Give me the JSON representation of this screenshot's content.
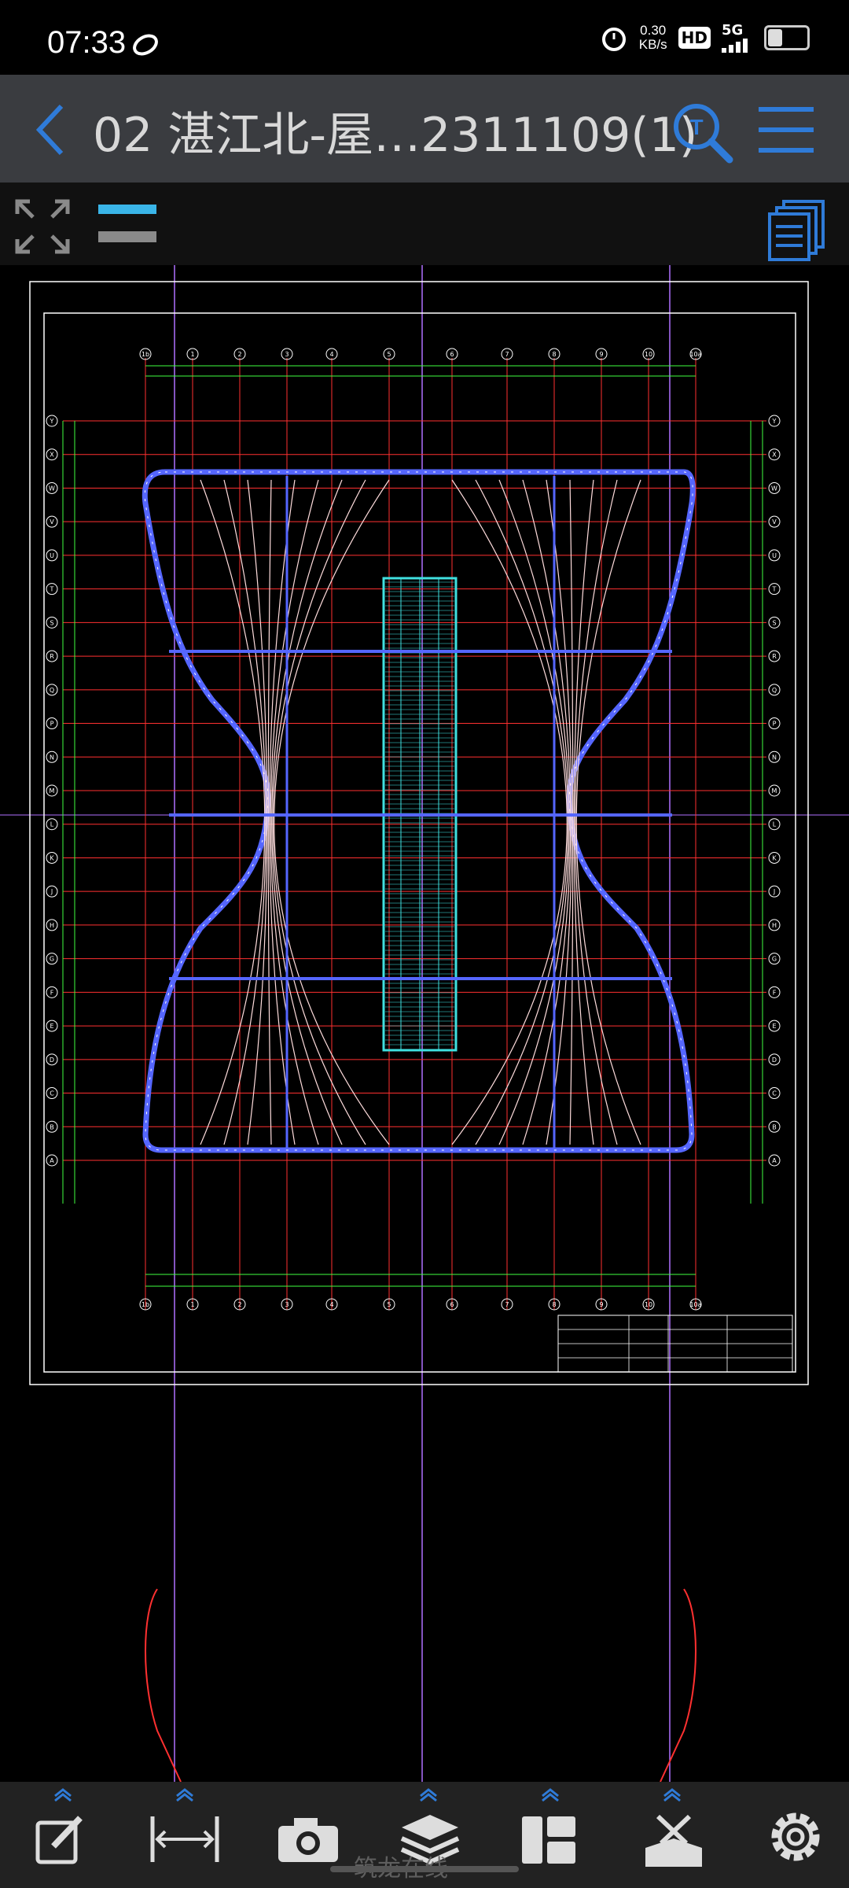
{
  "status": {
    "time": "07:33",
    "net_speed_value": "0.30",
    "net_speed_unit": "KB/s",
    "hd": "HD",
    "signal": "5G"
  },
  "titlebar": {
    "title": "02 湛江北-屋…2311109(1)"
  },
  "toolbar_row": {
    "icons": [
      "fullscreen-icon",
      "layer-bars-icon",
      "pages-icon"
    ]
  },
  "drawing": {
    "grid_numbers": [
      "1b",
      "1",
      "2",
      "3",
      "4",
      "5",
      "6",
      "7",
      "8",
      "9",
      "10",
      "10a"
    ],
    "grid_letters": [
      "Y",
      "X",
      "W",
      "V",
      "U",
      "T",
      "S",
      "R",
      "Q",
      "P",
      "N",
      "M",
      "L",
      "K",
      "J",
      "H",
      "G",
      "F",
      "E",
      "D",
      "C",
      "B",
      "A"
    ],
    "colors": {
      "grid_line": "#ff3030",
      "dim_line": "#40ff40",
      "frame": "#ffffff",
      "roof_outline": "#5566ff",
      "arc": "#ffdddd",
      "mid_strip": "#40e0e0",
      "cursor_line": "#b070ff"
    }
  },
  "bottombar": {
    "buttons": [
      "edit-icon",
      "measure-icon",
      "camera-icon",
      "layers-icon",
      "layout-icon",
      "tools-icon",
      "settings-icon"
    ]
  },
  "watermark": "筑龙在线"
}
